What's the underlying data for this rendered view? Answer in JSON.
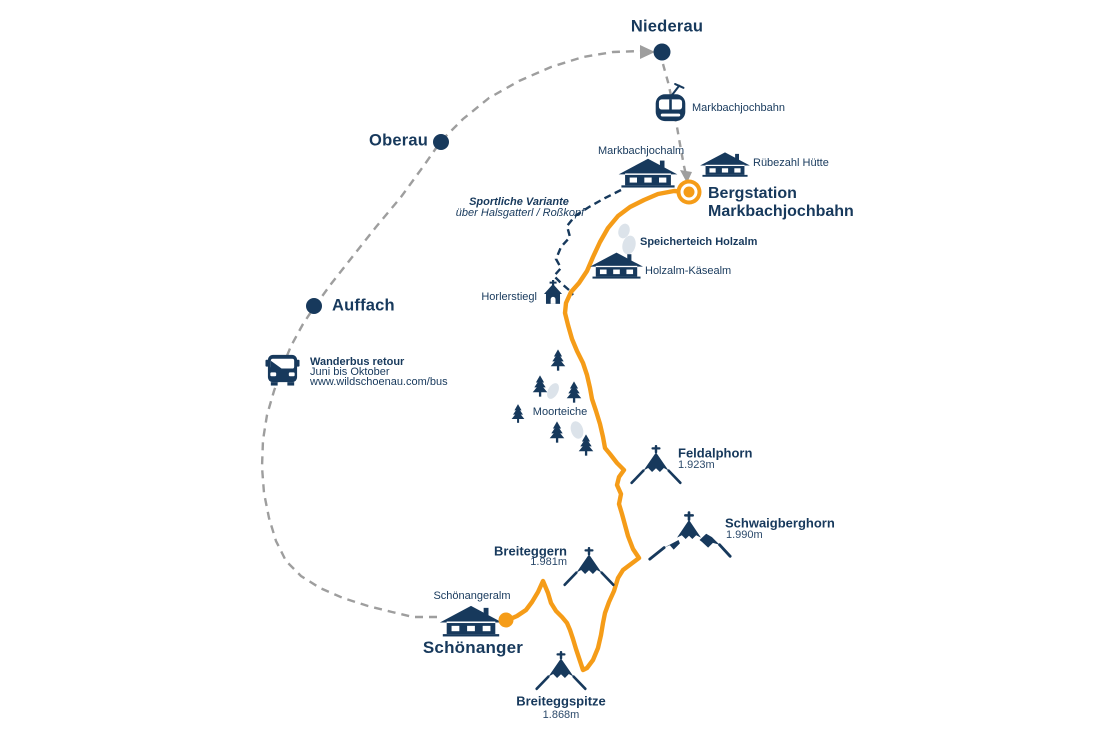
{
  "colors": {
    "navy": "#17395C",
    "orange": "#F59C18",
    "gray_dash": "#9E9E9E",
    "pond": "#DCE3EA",
    "background": "#FFFFFF"
  },
  "towns": {
    "niederau": "Niederau",
    "oberau": "Oberau",
    "auffach": "Auffach"
  },
  "lift": {
    "label": "Markbachjochbahn"
  },
  "bergstation": {
    "line1": "Bergstation",
    "line2": "Markbachjochbahn"
  },
  "huts": {
    "markbachjochalm": "Markbachjochalm",
    "ruebezahl": "Rübezahl Hütte",
    "holzalm": "Holzalm-Käsealm",
    "schoenangeralm": "Schönangeralm"
  },
  "variant": {
    "line1": "Sportliche Variante",
    "line2": "über Halsgatterl / Roßkopf"
  },
  "poi": {
    "speicherteich": "Speicherteich Holzalm",
    "horlerstiegl": "Horlerstiegl",
    "moorteiche": "Moorteiche",
    "schoenanger": "Schönanger"
  },
  "peaks": {
    "feldalphorn": {
      "name": "Feldalphorn",
      "elevation": "1.923m"
    },
    "schwaigberghorn": {
      "name": "Schwaigberghorn",
      "elevation": "1.990m"
    },
    "breiteggern": {
      "name": "Breiteggern",
      "elevation": "1.981m"
    },
    "breiteggspitze": {
      "name": "Breiteggspitze",
      "elevation": "1.868m"
    }
  },
  "bus": {
    "line1": "Wanderbus retour",
    "line2": "Juni bis Oktober",
    "line3": "www.wildschoenau.com/bus"
  },
  "icons": {
    "gondola": "gondola-lift-icon",
    "hut": "mountain-hut-icon",
    "chapel": "chapel-icon",
    "bus": "bus-icon",
    "tree": "pine-tree-icon",
    "peak_single": "summit-cross-peak-icon",
    "peak_multi": "multi-summit-cross-peak-icon",
    "town_dot": "town-marker-dot",
    "start_marker": "route-start-marker",
    "end_dot": "route-end-dot"
  }
}
